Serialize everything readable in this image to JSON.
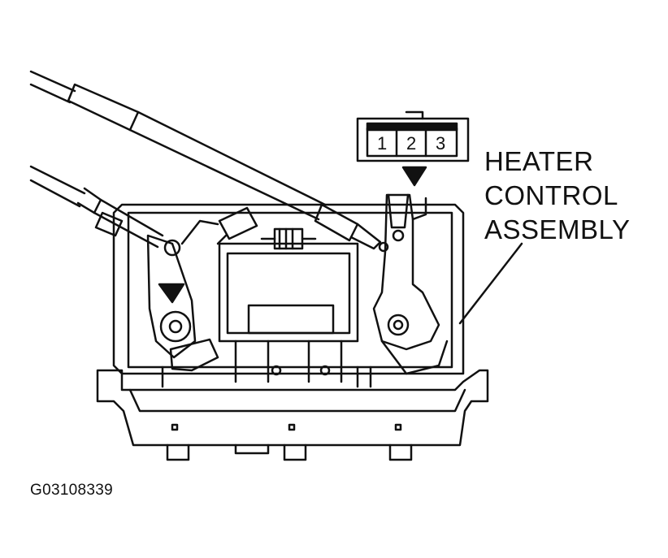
{
  "connector": {
    "pins": [
      "1",
      "2",
      "3"
    ]
  },
  "callout": {
    "lines": [
      "HEATER",
      "CONTROL",
      "ASSEMBLY"
    ]
  },
  "figure_id": "G03108339",
  "colors": {
    "ink": "#111111",
    "paper": "#ffffff"
  }
}
